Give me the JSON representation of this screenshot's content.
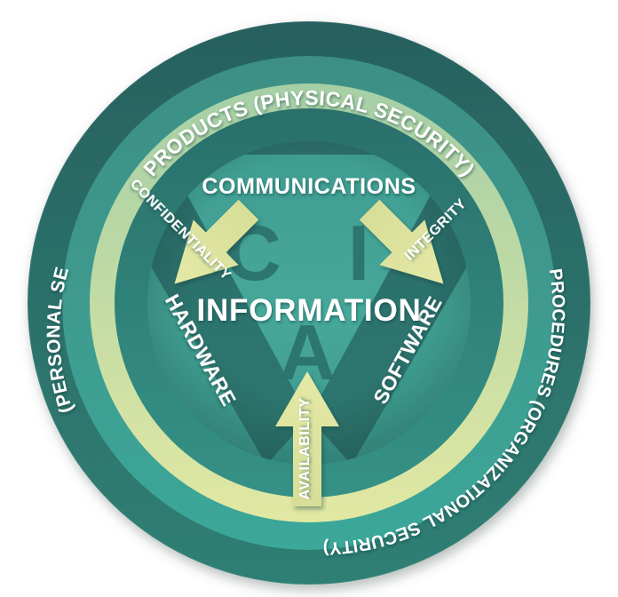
{
  "diagram": {
    "title_center": "INFORMATION",
    "rings": {
      "outer_ring_label_top": "PRODUCTS (PHYSICAL SECURITY)",
      "outer_ring_label_left": "PEOPLE (PERSONAL SECURITY)",
      "outer_ring_label_right": "PROCEDURES (ORGANIZATIONAL SECURITY)"
    },
    "triangle_edges": {
      "top": "COMMUNICATIONS",
      "left": "HARDWARE",
      "right": "SOFTWARE"
    },
    "cia_letters": {
      "c": "C",
      "i": "I",
      "a": "A"
    },
    "arrows": [
      {
        "id": "confidentiality",
        "label": "CONFIDENTIALITY"
      },
      {
        "id": "integrity",
        "label": "INTEGRITY"
      },
      {
        "id": "availability",
        "label": "AVAILABILITY"
      }
    ],
    "colors": {
      "ring_outer_dark": "#2e6b66",
      "ring_outer_dark_bottom": "#2f7d72",
      "ring_mid_teal": "#3e9488",
      "ring_mid_teal_bottom": "#3aa093",
      "ring_pale": "#a8cfa6",
      "ring_pale_bottom": "#dfe6a2",
      "ring_inner_teal": "#2f827a",
      "disc_top": "#2d6b68",
      "disc_body": "#3ea295",
      "triangle_light": "#49a89a",
      "wedge_dark": "#2b6e68",
      "arrow_fill": "#dfe6a2",
      "letter_fill": "#2a6f6b",
      "text_white": "#ffffff"
    }
  }
}
